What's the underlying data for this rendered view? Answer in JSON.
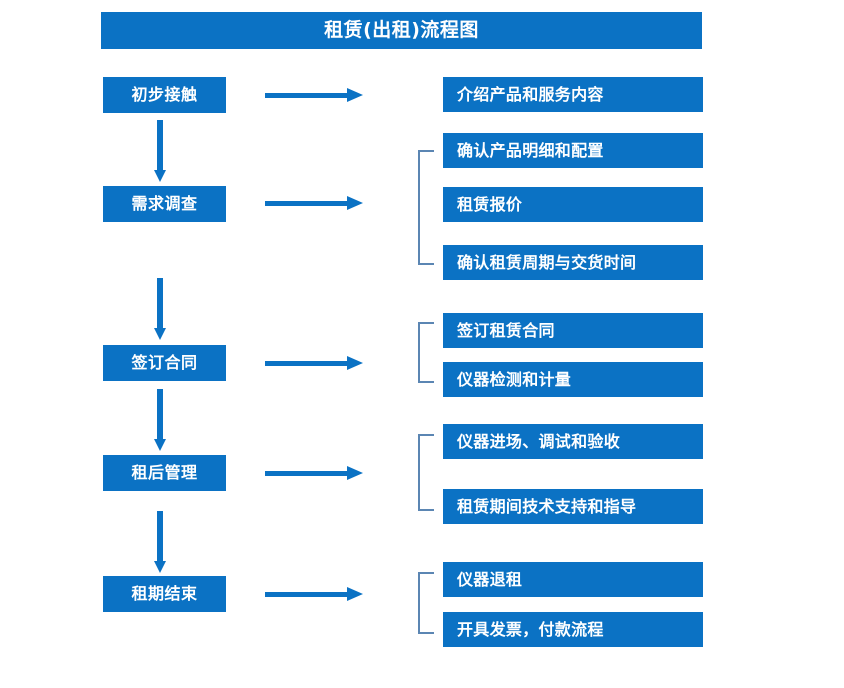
{
  "diagram": {
    "title": "租赁(出租)流程图",
    "colors": {
      "box_fill": "#0b72c4",
      "box_text": "#ffffff",
      "arrow": "#0b72c4",
      "bracket": "#5b86b3",
      "background": "#ffffff"
    },
    "stages": [
      {
        "label": "初步接触"
      },
      {
        "label": "需求调查"
      },
      {
        "label": "签订合同"
      },
      {
        "label": "租后管理"
      },
      {
        "label": "租期结束"
      }
    ],
    "details": {
      "group1": [
        {
          "label": "介绍产品和服务内容"
        }
      ],
      "group2": [
        {
          "label": "确认产品明细和配置"
        },
        {
          "label": "租赁报价"
        },
        {
          "label": "确认租赁周期与交货时间"
        }
      ],
      "group3": [
        {
          "label": "签订租赁合同"
        },
        {
          "label": "仪器检测和计量"
        }
      ],
      "group4": [
        {
          "label": "仪器进场、调试和验收"
        },
        {
          "label": "租赁期间技术支持和指导"
        }
      ],
      "group5": [
        {
          "label": "仪器退租"
        },
        {
          "label": "开具发票，付款流程"
        }
      ]
    }
  }
}
